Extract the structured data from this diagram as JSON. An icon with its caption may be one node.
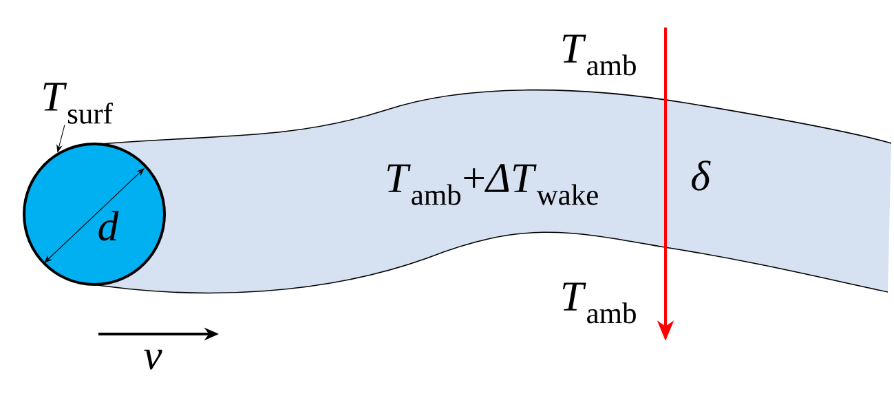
{
  "diagram": {
    "nodes": [
      {
        "text": [
          "*T*$_{surf}$"
        ]
      },
      {
        "text": [],
        "shape": "circle"
      },
      {
        "text": [
          "*T*$_{amb}$+*ΔT*$_{wake}$",
          "*δ*"
        ]
      }
    ],
    "edges": [
      {
        "from": 0,
        "to": 1,
        "arrow": "to"
      }
    ],
    "labels": [
      "*d*",
      "*T*$_{amb}$",
      "*T*$_{amb}$",
      "*v*"
    ]
  }
}
